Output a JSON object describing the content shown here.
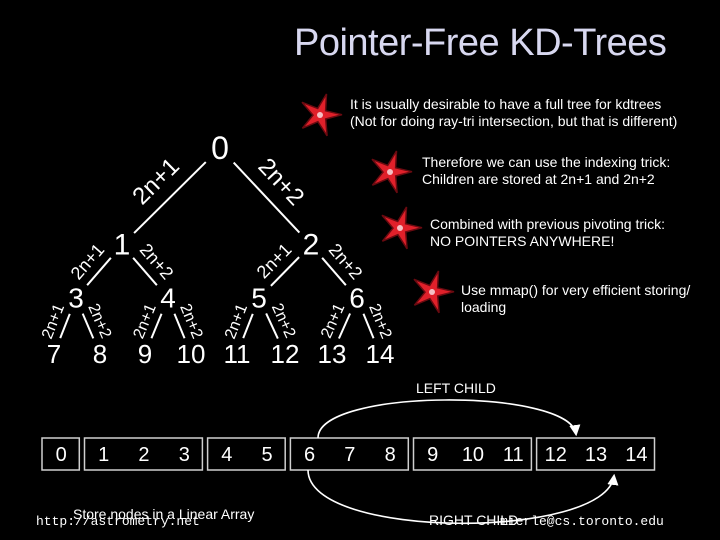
{
  "title": "Pointer-Free KD-Trees",
  "bullets": [
    {
      "line1": "It is usually desirable to have a full tree for kdtrees",
      "line2": "(Not for doing ray-tri intersection, but that is different)"
    },
    {
      "line1": "Therefore we can use the indexing trick:",
      "line2": "Children are stored at 2n+1 and 2n+2"
    },
    {
      "line1": "Combined with previous pivoting trick:",
      "line2": "NO POINTERS ANYWHERE!"
    },
    {
      "line1": "Use mmap() for very efficient storing/",
      "line2": "loading"
    }
  ],
  "tree": {
    "nodes": [
      "0",
      "1",
      "2",
      "3",
      "4",
      "5",
      "6",
      "7",
      "8",
      "9",
      "10",
      "11",
      "12",
      "13",
      "14"
    ],
    "edge_left": "2n+1",
    "edge_right": "2n+2"
  },
  "array": {
    "cells": [
      "0",
      "1",
      "2",
      "3",
      "4",
      "5",
      "6",
      "7",
      "8",
      "9",
      "10",
      "11",
      "12",
      "13",
      "14"
    ],
    "left_child_label": "LEFT CHILD",
    "right_child_label": "RIGHT CHILD",
    "caption": "Store nodes in a Linear Array"
  },
  "footer": {
    "left": "http://astrometry.net",
    "right": "mierle@cs.toronto.edu"
  },
  "colors": {
    "star": "#e0202a",
    "star_edge": "#6a0a10",
    "title": "#d8d8f0"
  }
}
